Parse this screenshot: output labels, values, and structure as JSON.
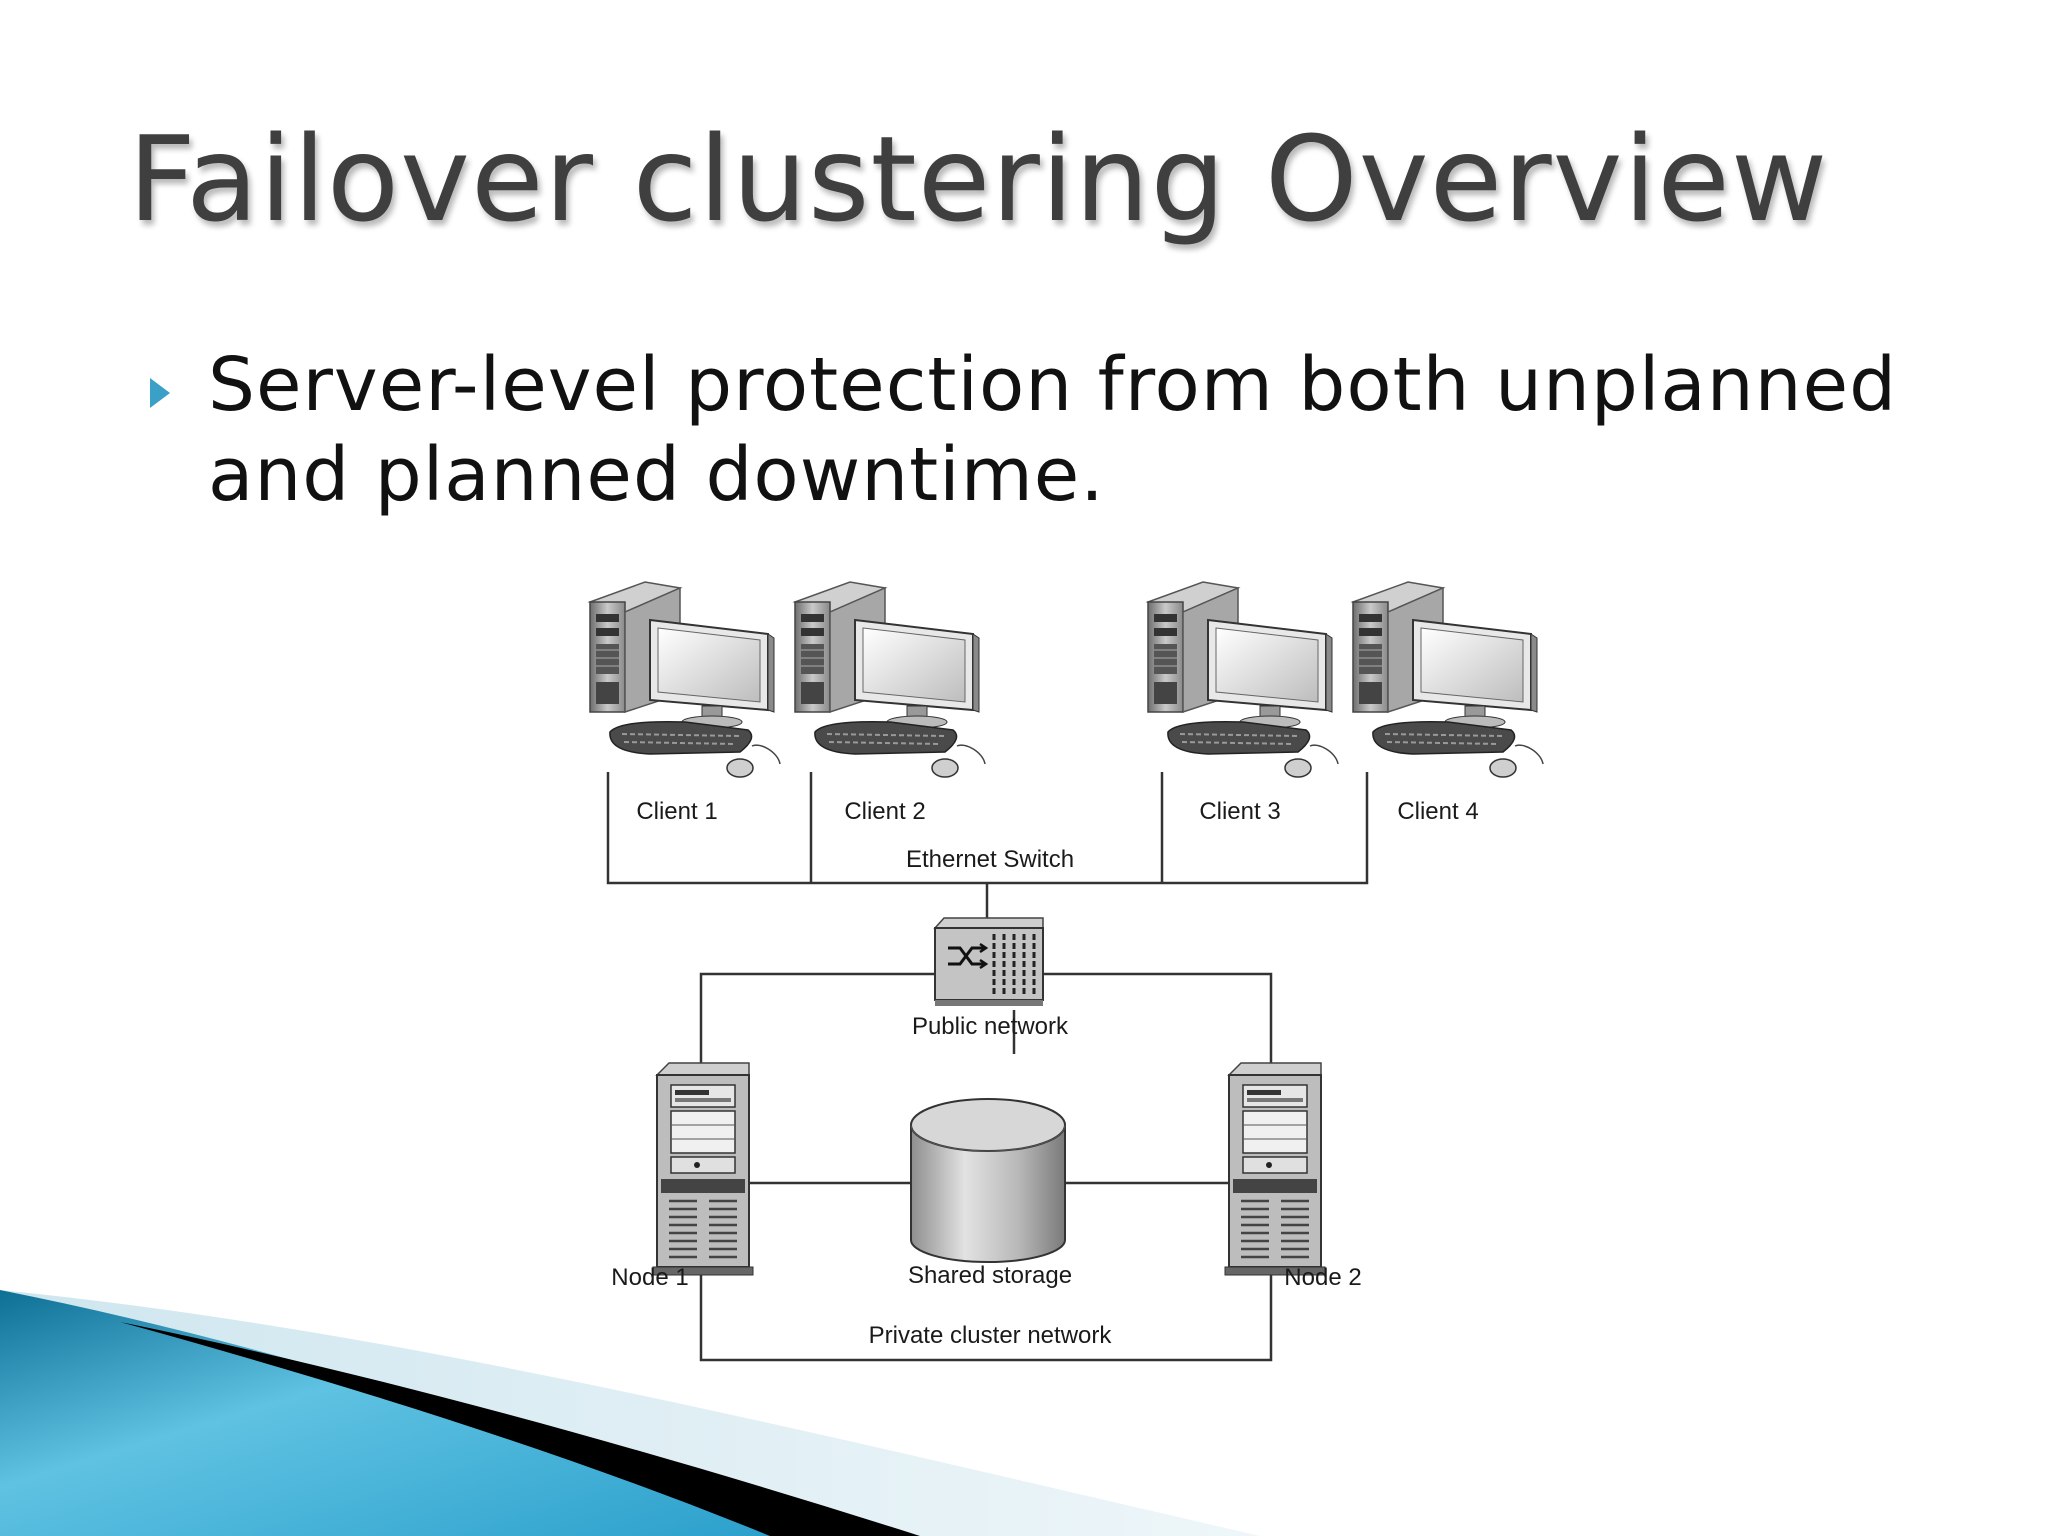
{
  "slide": {
    "title": "Failover clustering Overview",
    "bullet": "Server-level protection from both unplanned and planned downtime."
  },
  "diagram": {
    "clients": [
      "Client 1",
      "Client 2",
      "Client 3",
      "Client 4"
    ],
    "switch_label": "Ethernet Switch",
    "public_network_label": "Public network",
    "nodes": [
      "Node 1",
      "Node 2"
    ],
    "storage_label": "Shared storage",
    "private_network_label": "Private cluster network"
  },
  "colors": {
    "title": "#3f3f3f",
    "bullet_arrow": "#3aa0c8",
    "decor_blue": "#1a8fb8",
    "decor_black": "#000000"
  },
  "icons": {
    "bullet": "triangle-right-icon",
    "client": "desktop-computer-icon",
    "switch": "network-switch-icon",
    "node": "tower-server-icon",
    "storage": "database-cylinder-icon"
  }
}
